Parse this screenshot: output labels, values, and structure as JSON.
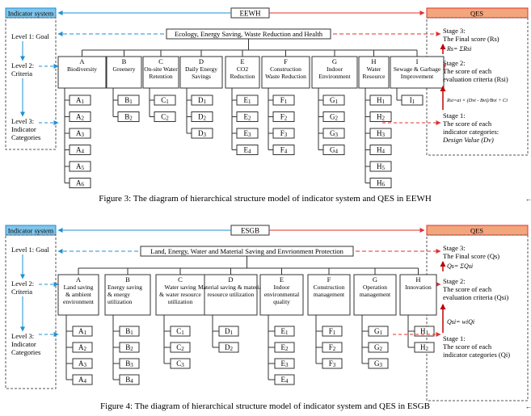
{
  "figure3": {
    "indicator_label": "Indicator system",
    "system_label": "EEWH",
    "qes_label": "QES",
    "goal_box": "Ecology, Energy Saving, Waste Reduction and Health",
    "levels": [
      "Level 1: Goal",
      "Level 2:",
      "Criteria",
      "Level 3:",
      "Indicator",
      "Categories"
    ],
    "criteria": [
      {
        "letter": "A",
        "lines": [
          "Biodiversity"
        ],
        "items": [
          "A1",
          "A2",
          "A3",
          "A4",
          "A5",
          "A6"
        ]
      },
      {
        "letter": "B",
        "lines": [
          "Greenery"
        ],
        "items": [
          "B1",
          "B2"
        ]
      },
      {
        "letter": "C",
        "lines": [
          "On-site Water",
          "Retention"
        ],
        "items": [
          "C1",
          "C2"
        ]
      },
      {
        "letter": "D",
        "lines": [
          "Daily Energy",
          "Savings"
        ],
        "items": [
          "D1",
          "D2",
          "D3"
        ]
      },
      {
        "letter": "E",
        "lines": [
          "CO2",
          "Reduction"
        ],
        "items": [
          "E1",
          "E2",
          "E3",
          "E4"
        ]
      },
      {
        "letter": "F",
        "lines": [
          "Construction",
          "Waste Reduction"
        ],
        "items": [
          "F1",
          "F2",
          "F3",
          "F4"
        ]
      },
      {
        "letter": "G",
        "lines": [
          "Indoor",
          "Environment"
        ],
        "items": [
          "G1",
          "G2",
          "G3",
          "G4"
        ]
      },
      {
        "letter": "H",
        "lines": [
          "Water",
          "Resource"
        ],
        "items": [
          "H1",
          "H2",
          "H3",
          "H4",
          "H5",
          "H6"
        ]
      },
      {
        "letter": "I",
        "lines": [
          "Sewage & Garbage",
          "Improvement"
        ],
        "items": [
          "I1"
        ]
      }
    ],
    "qes_stages": {
      "stage3": [
        "Stage 3:",
        "The Final score (Rs)"
      ],
      "stage3_formula": "Rs= ΣRsi",
      "stage2": [
        "Stage 2:",
        "The score of each",
        "evaluation criteria (Rsi)"
      ],
      "stage2_formula": "Rsi=ai × (Dvi - Bvi)/Bvi + Ci",
      "stage1": [
        "Stage 1:",
        "The score of each",
        "indicator categories:",
        "Design Value (Dv)"
      ]
    },
    "caption": "Figure 3: The diagram of hierarchical structure model of indicator system and QES in EEWH"
  },
  "figure4": {
    "indicator_label": "Indicator system",
    "system_label": "ESGB",
    "qes_label": "QES",
    "goal_box": "Land, Energy, Water and Material Saving and Envrionment Protection",
    "levels": [
      "Level 1: Goal",
      "Level 2:",
      "Criteria",
      "Level 3:",
      "Indicator",
      "Categories"
    ],
    "criteria": [
      {
        "letter": "A",
        "lines": [
          "Land saving",
          "& ambient",
          "environment"
        ],
        "items": [
          "A1",
          "A2",
          "A3",
          "A4"
        ]
      },
      {
        "letter": "B",
        "lines": [
          "Energy saving",
          "& energy",
          "utilization"
        ],
        "items": [
          "B1",
          "B2",
          "B3",
          "B4"
        ]
      },
      {
        "letter": "C",
        "lines": [
          "Water saving",
          "& water resource",
          "utilization"
        ],
        "items": [
          "C1",
          "C2",
          "C3"
        ]
      },
      {
        "letter": "D",
        "lines": [
          "Material saving & material",
          "resource utilization"
        ],
        "items": [
          "D1",
          "D2"
        ]
      },
      {
        "letter": "E",
        "lines": [
          "Indoor",
          "environmental",
          "quality"
        ],
        "items": [
          "E1",
          "E2",
          "E3",
          "E4"
        ]
      },
      {
        "letter": "F",
        "lines": [
          "Construction",
          "management"
        ],
        "items": [
          "F1",
          "F2",
          "F3"
        ]
      },
      {
        "letter": "G",
        "lines": [
          "Operation",
          "management"
        ],
        "items": [
          "G1",
          "G2",
          "G3"
        ]
      },
      {
        "letter": "H",
        "lines": [
          "Innovation"
        ],
        "items": [
          "H1",
          "H2"
        ]
      }
    ],
    "qes_stages": {
      "stage3": [
        "Stage 3:",
        "The Final score (Qs)"
      ],
      "stage3_formula": "Qs= ΣQsi",
      "stage2": [
        "Stage 2:",
        "The score of each",
        "evaluation criteria (Qsi)"
      ],
      "stage2_formula": "Qsi= wiQi",
      "stage1": [
        "Stage 1:",
        "The score of each",
        "indicator categories (Qi)"
      ]
    },
    "caption": "Figure 4: The diagram of hierarchical structure model of indicator system and QES in ESGB"
  },
  "colors": {
    "blue_fill": "#7fc4ea",
    "blue_line": "#1f8fd4",
    "red_fill": "#f3a57c",
    "red_line": "#e0322f",
    "dark_red": "#c00000",
    "box": "#333333"
  }
}
